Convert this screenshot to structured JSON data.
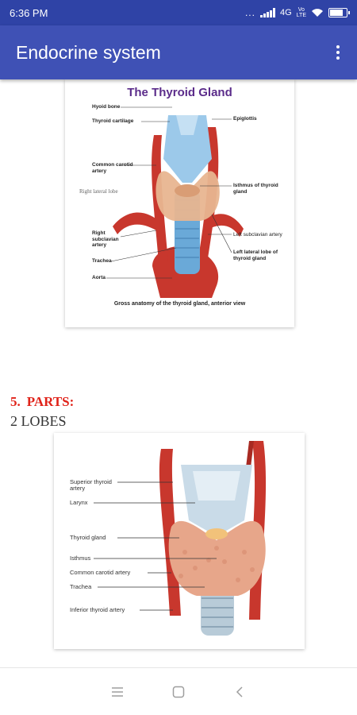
{
  "status_bar": {
    "time": "6:36 PM",
    "dots": "...",
    "network": "4G",
    "lte_top": "Vo",
    "lte_bottom": "LTE"
  },
  "app_bar": {
    "title": "Endocrine system",
    "menu_icon": "more-vert-icon"
  },
  "figure1": {
    "title": "The Thyroid Gland",
    "caption": "Gross anatomy of the thyroid gland, anterior view",
    "labels": {
      "hyoid_bone": "Hyoid bone",
      "thyroid_cartilage": "Thyroid cartilage",
      "epiglottis": "Epiglottis",
      "common_carotid": "Common carotid artery",
      "right_lateral_lobe": "Right lateral lobe",
      "isthmus": "Isthmus of thyroid gland",
      "right_subclavian": "Right subclavian artery",
      "left_subclavian": "Left subclavian artery",
      "trachea": "Trachea",
      "left_lateral_lobe": "Left lateral lobe of thyroid gland",
      "aorta": "Aorta"
    }
  },
  "section": {
    "number": "5.",
    "heading": "PARTS:",
    "subheading": "2 LOBES"
  },
  "figure2": {
    "labels": {
      "superior_thyroid_artery": "Superior thyroid artery",
      "larynx": "Larynx",
      "thyroid_gland": "Thyroid gland",
      "isthmus": "Isthmus",
      "common_carotid_artery": "Common carotid artery",
      "trachea": "Trachea",
      "inferior_thyroid_artery": "Inferior thyroid artery"
    }
  },
  "nav_bar": {
    "menu_icon": "menu-icon",
    "home_icon": "home-square-icon",
    "back_icon": "back-chevron-icon"
  },
  "colors": {
    "status_bar": "#2f43a6",
    "app_bar": "#3f51b5",
    "heading_red": "#e0231a",
    "figure_title": "#5b2c8a"
  }
}
